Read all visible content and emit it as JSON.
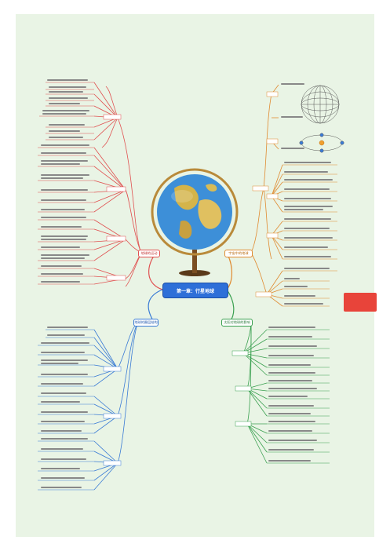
{
  "center": {
    "title": "第一章：行星地球"
  },
  "branches": {
    "left_top": "地球的运动",
    "left_bottom": "地球的圈层结构",
    "right_top": "宇宙中的地球",
    "right_bottom": "太阳对地球的影响"
  },
  "colors": {
    "red": "#e05050",
    "blue": "#3a7bd5",
    "orange": "#e08a30",
    "green": "#3aa050",
    "center": "#2e6fd8",
    "background": "#e9f4e5"
  }
}
